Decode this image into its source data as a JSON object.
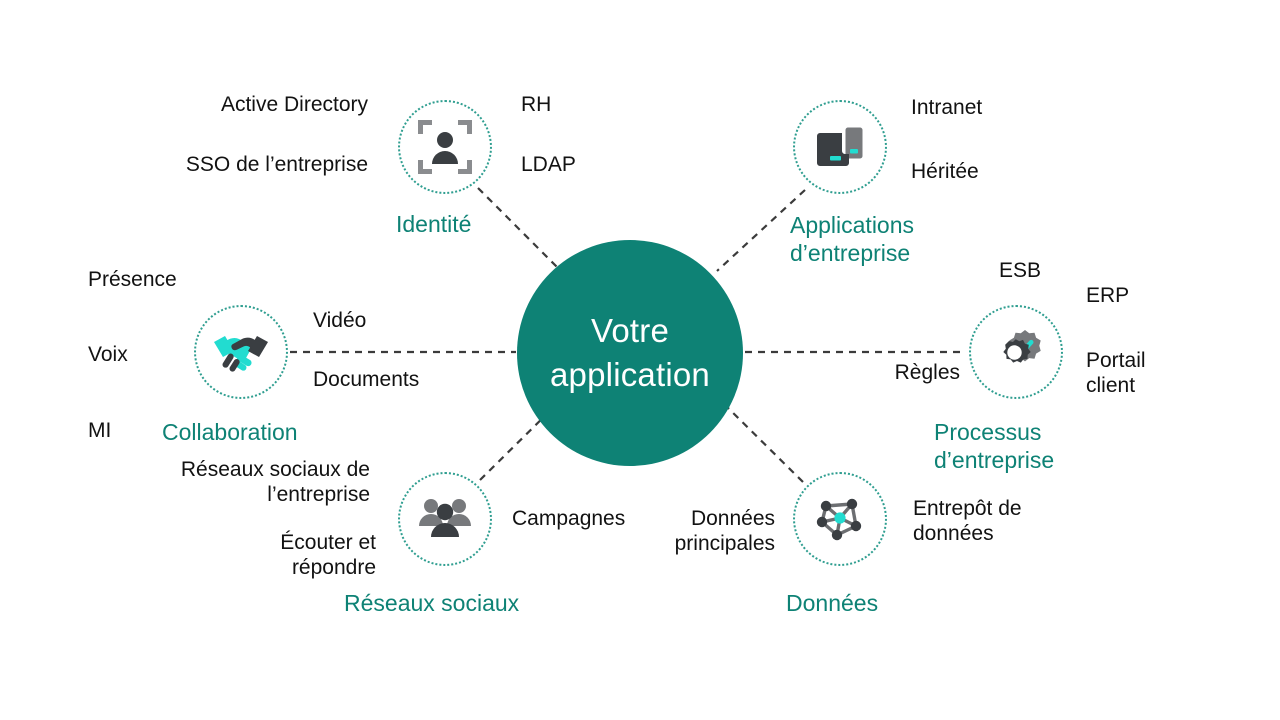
{
  "diagram": {
    "title": "Votre application ecosystem hub-and-spoke diagram",
    "colors": {
      "hub_fill": "#0e8275",
      "hub_text": "#ffffff",
      "category_label": "#0e8275",
      "item_text": "#121212",
      "circle_border": "#2f9e90",
      "icon_dark": "#3a3e42",
      "icon_gray": "#77797c",
      "icon_accent": "#22dcd0",
      "connector": "#3b3b3b",
      "background": "#ffffff"
    },
    "hub": {
      "label_line1": "Votre",
      "label_line2": "application",
      "label": "Votre\napplication"
    },
    "nodes": [
      {
        "id": "identite",
        "category_label": "Identité",
        "icon": "person-focus-icon",
        "items": [
          "Active Directory",
          "SSO de l’entreprise",
          "RH",
          "LDAP"
        ]
      },
      {
        "id": "applications-entreprise",
        "category_label": "Applications\nd’entreprise",
        "icon": "devices-icon",
        "items": [
          "Intranet",
          "Héritée"
        ]
      },
      {
        "id": "processus-entreprise",
        "category_label": "Processus\nd’entreprise",
        "icon": "gear-check-icon",
        "items": [
          "ESB",
          "ERP",
          "Portail\nclient",
          "Règles"
        ]
      },
      {
        "id": "donnees",
        "category_label": "Données",
        "icon": "network-graph-icon",
        "items": [
          "Données\nprincipales",
          "Entrepôt de\ndonnées"
        ]
      },
      {
        "id": "reseaux-sociaux",
        "category_label": "Réseaux sociaux",
        "icon": "people-group-icon",
        "items": [
          "Réseaux sociaux de\nl’entreprise",
          "Écouter et\nrépondre",
          "Campagnes"
        ]
      },
      {
        "id": "collaboration",
        "category_label": "Collaboration",
        "icon": "handshake-icon",
        "items": [
          "Présence",
          "Voix",
          "MI",
          "Vidéo",
          "Documents"
        ]
      }
    ],
    "labels": {
      "identite": "Identité",
      "applications_entreprise": "Applications\nd’entreprise",
      "processus_entreprise": "Processus\nd’entreprise",
      "donnees": "Données",
      "reseaux_sociaux": "Réseaux sociaux",
      "collaboration": "Collaboration"
    },
    "items": {
      "active_directory": "Active Directory",
      "sso_entreprise": "SSO de l’entreprise",
      "rh": "RH",
      "ldap": "LDAP",
      "intranet": "Intranet",
      "heritee": "Héritée",
      "esb": "ESB",
      "erp": "ERP",
      "portail_client": "Portail\nclient",
      "regles": "Règles",
      "donnees_principales": "Données\nprincipales",
      "entrepot_donnees": "Entrepôt de\ndonnées",
      "reseaux_sociaux_entreprise": "Réseaux sociaux de\nl’entreprise",
      "ecouter_repondre": "Écouter et\nrépondre",
      "campagnes": "Campagnes",
      "presence": "Présence",
      "voix": "Voix",
      "mi": "MI",
      "video": "Vidéo",
      "documents": "Documents"
    }
  }
}
